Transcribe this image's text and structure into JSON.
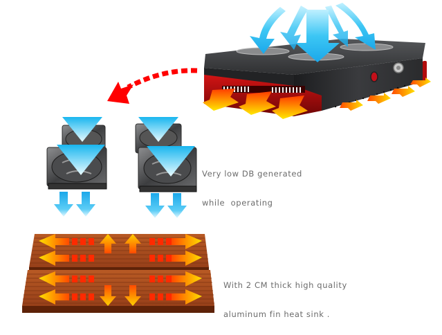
{
  "captions": {
    "fans": {
      "line1": "Very low DB generated",
      "line2": "while  operating"
    },
    "heatsink": {
      "line1": "With 2 CM thick high quality",
      "line2": "aluminum fin heat sink ."
    }
  },
  "illustration": {
    "device": "led-light-housing",
    "fan_count": 4,
    "heatsink_panels": 2,
    "colors": {
      "cool_air": "#1eb4f0",
      "cool_air_light": "#bff0ff",
      "hot_air": "#ff5a00",
      "hot_air_light": "#ffd400",
      "housing_top": "#3a3b3d",
      "housing_side": "#2b2c2e",
      "housing_red": "#b00c0c",
      "redirect_arrow": "#ff0000",
      "heatsink": "#a8471c",
      "heatsink_dark": "#5e2208",
      "caption_text": "#6b6b6b"
    }
  }
}
